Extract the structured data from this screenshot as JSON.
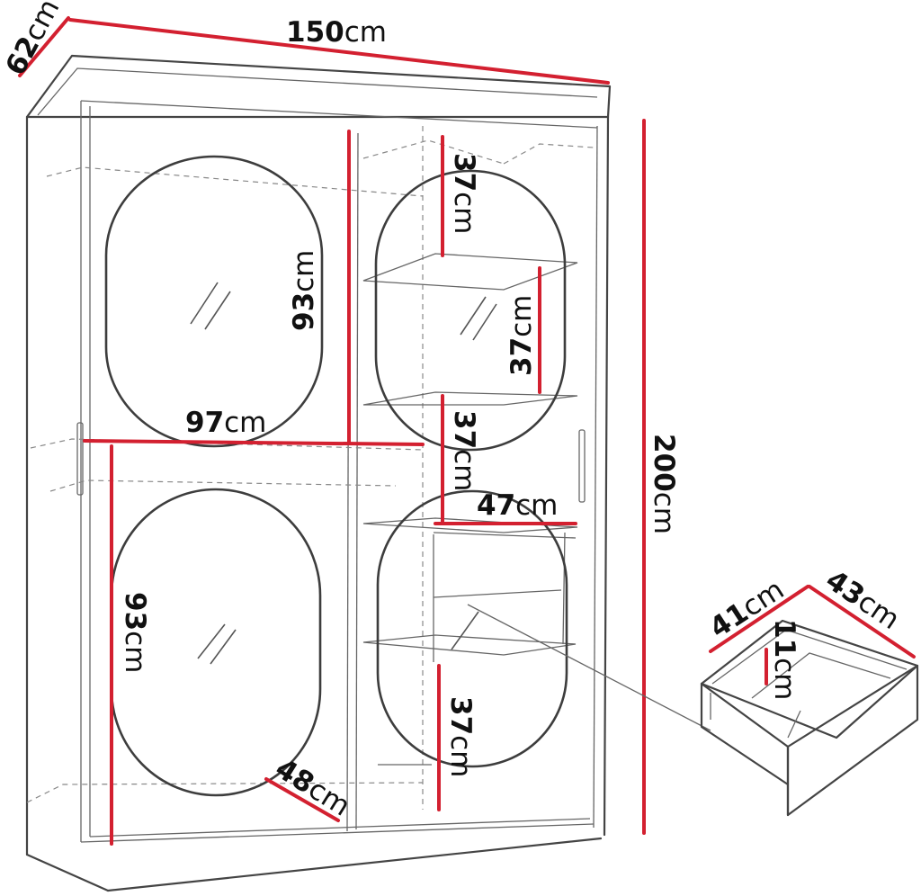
{
  "dimensions": {
    "width": {
      "value": "150",
      "unit": "cm"
    },
    "depth": {
      "value": "62",
      "unit": "cm"
    },
    "height": {
      "value": "200",
      "unit": "cm"
    },
    "upper_mirror_height": {
      "value": "93",
      "unit": "cm"
    },
    "lower_mirror_height": {
      "value": "93",
      "unit": "cm"
    },
    "hanging_width": {
      "value": "97",
      "unit": "cm"
    },
    "shelf_gap_top": {
      "value": "37",
      "unit": "cm"
    },
    "shelf_gap_mid": {
      "value": "37",
      "unit": "cm"
    },
    "shelf_gap_lower": {
      "value": "37",
      "unit": "cm"
    },
    "shelf_gap_bottom": {
      "value": "37",
      "unit": "cm"
    },
    "shelf_width": {
      "value": "47",
      "unit": "cm"
    },
    "inner_depth": {
      "value": "48",
      "unit": "cm"
    }
  },
  "drawer": {
    "width": {
      "value": "41",
      "unit": "cm"
    },
    "depth": {
      "value": "43",
      "unit": "cm"
    },
    "height": {
      "value": "11",
      "unit": "cm"
    }
  },
  "colors": {
    "dimension_line": "#d32030",
    "outline": "#444444",
    "background": "#ffffff"
  }
}
